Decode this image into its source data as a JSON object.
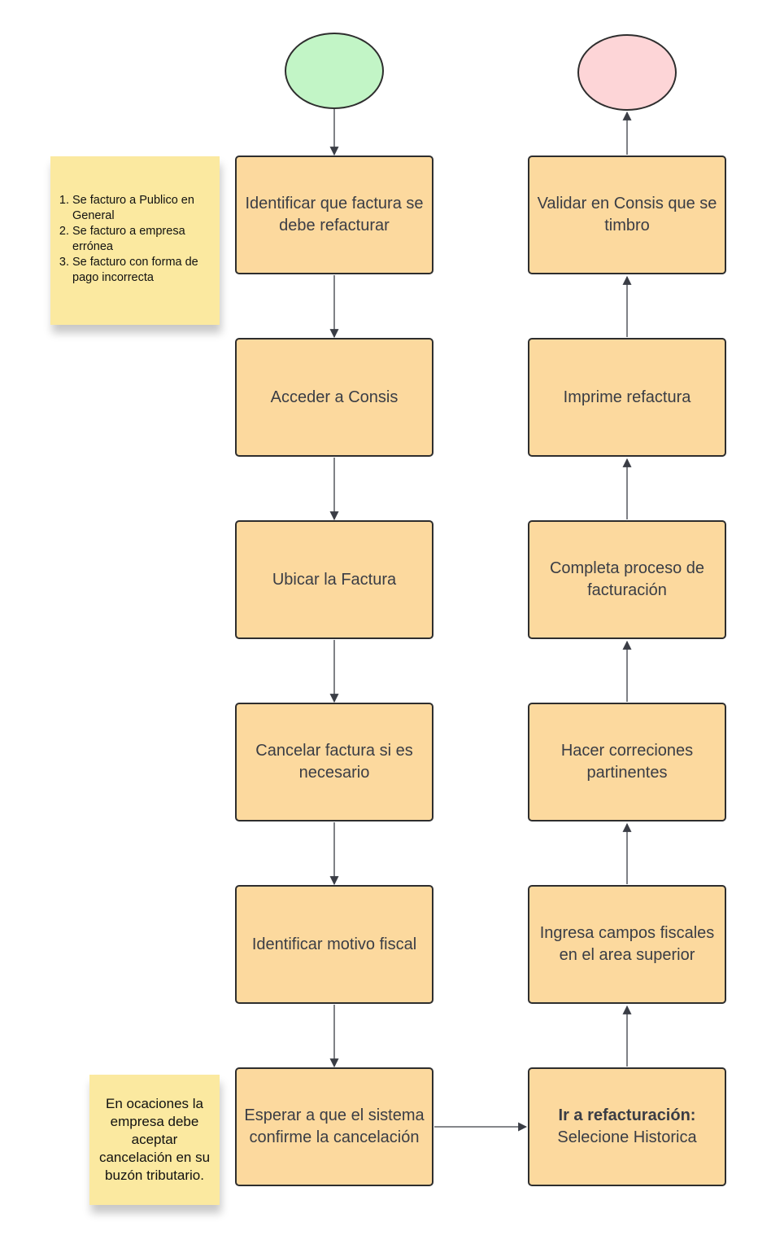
{
  "colors": {
    "start": "#c2f5c6",
    "end": "#fdd5d7",
    "process": "#fcd99e",
    "note": "#fbe9a0",
    "line": "#2e2e2e"
  },
  "left_column": [
    {
      "id": "identificar",
      "text": "Identificar que factura se debe refacturar"
    },
    {
      "id": "acceder",
      "text": "Acceder a Consis"
    },
    {
      "id": "ubicar",
      "text": "Ubicar la Factura"
    },
    {
      "id": "cancelar",
      "text": "Cancelar factura si es necesario"
    },
    {
      "id": "motivo",
      "text": "Identificar motivo fiscal"
    },
    {
      "id": "esperar",
      "text": "Esperar a que el sistema confirme la cancelación"
    }
  ],
  "right_column": [
    {
      "id": "validar",
      "text": "Validar en Consis que se timbro"
    },
    {
      "id": "imprime",
      "text": "Imprime refactura"
    },
    {
      "id": "completa",
      "text": "Completa proceso de facturación"
    },
    {
      "id": "correcciones",
      "text": "Hacer correciones partinentes"
    },
    {
      "id": "ingresa",
      "text": "Ingresa campos fiscales en el area superior"
    },
    {
      "id": "refacturacion",
      "bold": "Ir a refacturación:",
      "text": "Selecione Historica"
    }
  ],
  "notes": {
    "reasons": [
      "Se facturo a Publico en General",
      "Se facturo a empresa errónea",
      "Se facturo con forma de pago incorrecta"
    ],
    "cancel_note": "En ocaciones la empresa debe aceptar cancelación en su buzón tributario."
  }
}
